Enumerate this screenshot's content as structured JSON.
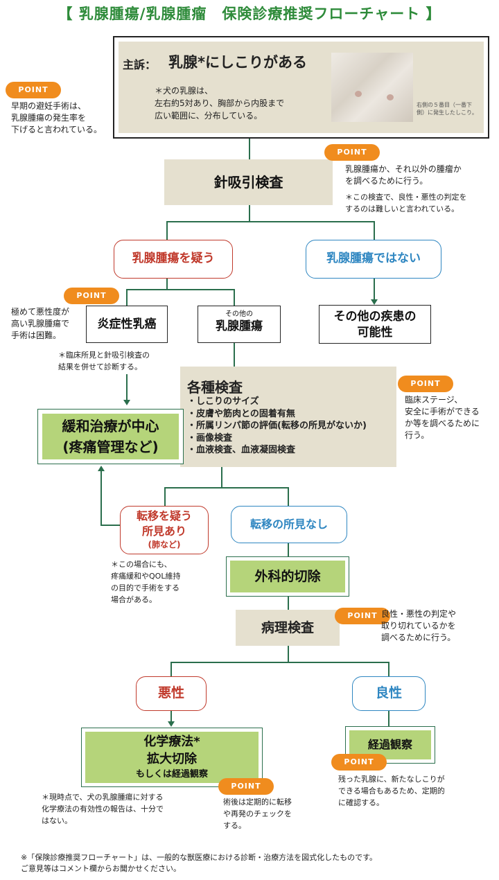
{
  "title": "【 乳腺腫瘍/乳腺腫瘤　保険診療推奨フローチャート 】",
  "chief": {
    "label": "主訴：",
    "main": "乳腺*にしこりがある",
    "note": "＊犬の乳腺は、\n左右約5対あり、胸部から内股まで\n広い範囲に、分布している。",
    "photo_caption": "右側の５番目（一番下\n側）に発生したしこり。"
  },
  "point_label": "POINT",
  "points": {
    "p1": "早期の避妊手術は、\n乳腺腫瘍の発生率を\n下げると言われている。",
    "p2a": "乳腺腫瘍か、それ以外の腫瘤か\nを調べるために行う。",
    "p2b": "＊この検査で、良性・悪性の判定を\nするのは難しいと言われている。",
    "p3": "極めて悪性度が\n高い乳腺腫瘍で\n手術は困難。",
    "p4": "臨床ステージ、\n安全に手術ができる\nか等を調べるために\n行う。",
    "p5": "良性・悪性の判定や\n取り切れているかを\n調べるために行う。",
    "p6": "術後は定期的に転移\nや再発のチェックを\nする。",
    "p7": "残った乳腺に、新たなしこりが\nできる場合もあるため、定期的\nに確認する。"
  },
  "nodes": {
    "needle": "針吸引検査",
    "suspect": "乳腺腫瘍を疑う",
    "not_tumor": "乳腺腫瘍ではない",
    "inflammatory": "炎症性乳癌",
    "other_small": "その他の",
    "other_tumor": "乳腺腫瘍",
    "other_disease_1": "その他の疾患の",
    "other_disease_2": "可能性",
    "clinical_note": "＊臨床所見と針吸引検査の\n結果を併せて診断する。",
    "tests_title": "各種検査",
    "tests_items": [
      "・しこりのサイズ",
      "・皮膚や筋肉との固着有無",
      "・所属リンパ節の評価(転移の所見がないか)",
      "・画像検査",
      "・血液検査、血液凝固検査"
    ],
    "palliative_1": "緩和治療が中心",
    "palliative_2": "(疼痛管理など)",
    "meta_1": "転移を疑う",
    "meta_2": "所見あり",
    "meta_3": "(肺など)",
    "meta_note": "＊この場合にも、\n疼痛緩和やQOL維持\nの目的で手術をする\n場合がある。",
    "no_meta": "転移の所見なし",
    "surgery": "外科的切除",
    "pathology": "病理検査",
    "malignant": "悪性",
    "benign": "良性",
    "chemo_1": "化学療法*",
    "chemo_2": "拡大切除",
    "chemo_3": "もしくは経過観察",
    "observe": "経過観察",
    "chemo_note": "＊現時点で、犬の乳腺腫瘍に対する\n化学療法の有効性の報告は、十分で\nはない。"
  },
  "footer": "※「保険診療推奨フローチャート」は、一般的な獣医療における診断・治療方法を図式化したものです。\nご意見等はコメント欄からお聞かせください。"
}
